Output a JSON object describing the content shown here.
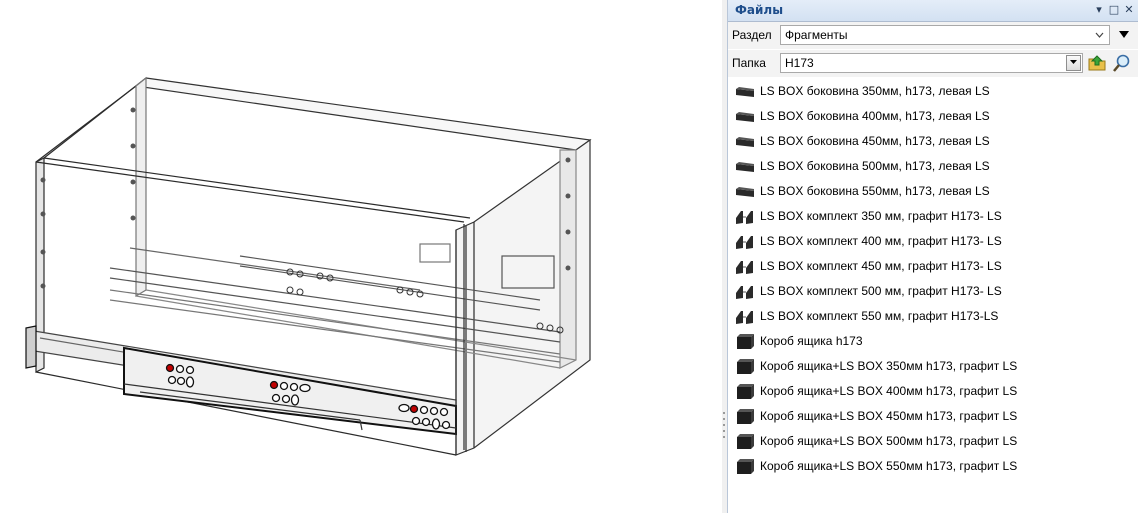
{
  "panel": {
    "title": "Файлы",
    "buttons": {
      "pin": "▾",
      "maximize": "□",
      "close": "✕"
    }
  },
  "section": {
    "label": "Раздел",
    "value": "Фрагменты",
    "menu_icon": "triangle-down-icon"
  },
  "folder": {
    "label": "Папка",
    "value": "H173",
    "up_icon": "folder-up-icon",
    "search_icon": "magnifier-icon"
  },
  "files": [
    {
      "label": "LS BOX боковина 350мм, h173, левая LS",
      "icon": "panel-side-icon"
    },
    {
      "label": "LS BOX боковина 400мм, h173, левая LS",
      "icon": "panel-side-icon"
    },
    {
      "label": "LS BOX боковина 450мм, h173, левая LS",
      "icon": "panel-side-icon"
    },
    {
      "label": "LS BOX боковина 500мм, h173, левая LS",
      "icon": "panel-side-icon"
    },
    {
      "label": "LS BOX боковина 550мм, h173, левая LS",
      "icon": "panel-side-icon"
    },
    {
      "label": "LS BOX комплект 350 мм, графит H173- LS",
      "icon": "kit-icon"
    },
    {
      "label": "LS BOX комплект 400 мм, графит H173- LS",
      "icon": "kit-icon"
    },
    {
      "label": "LS BOX комплект 450 мм, графит H173- LS",
      "icon": "kit-icon"
    },
    {
      "label": "LS BOX комплект 500 мм, графит H173- LS",
      "icon": "kit-icon"
    },
    {
      "label": "LS BOX комплект 550 мм, графит H173-LS",
      "icon": "kit-icon"
    },
    {
      "label": "Короб ящика h173",
      "icon": "box-icon"
    },
    {
      "label": "Короб ящика+LS BOX 350мм h173, графит LS",
      "icon": "box-icon"
    },
    {
      "label": "Короб ящика+LS BOX 400мм h173, графит LS",
      "icon": "box-icon"
    },
    {
      "label": "Короб ящика+LS BOX 450мм h173, графит LS",
      "icon": "box-icon"
    },
    {
      "label": "Короб ящика+LS BOX 500мм h173, графит LS",
      "icon": "box-icon"
    },
    {
      "label": "Короб ящика+LS BOX 550мм h173, графит LS",
      "icon": "box-icon"
    }
  ],
  "colors": {
    "header_title": "#1e4e8c",
    "header_bg": "#dbe6f4",
    "hardware_accent": "#c00000"
  }
}
